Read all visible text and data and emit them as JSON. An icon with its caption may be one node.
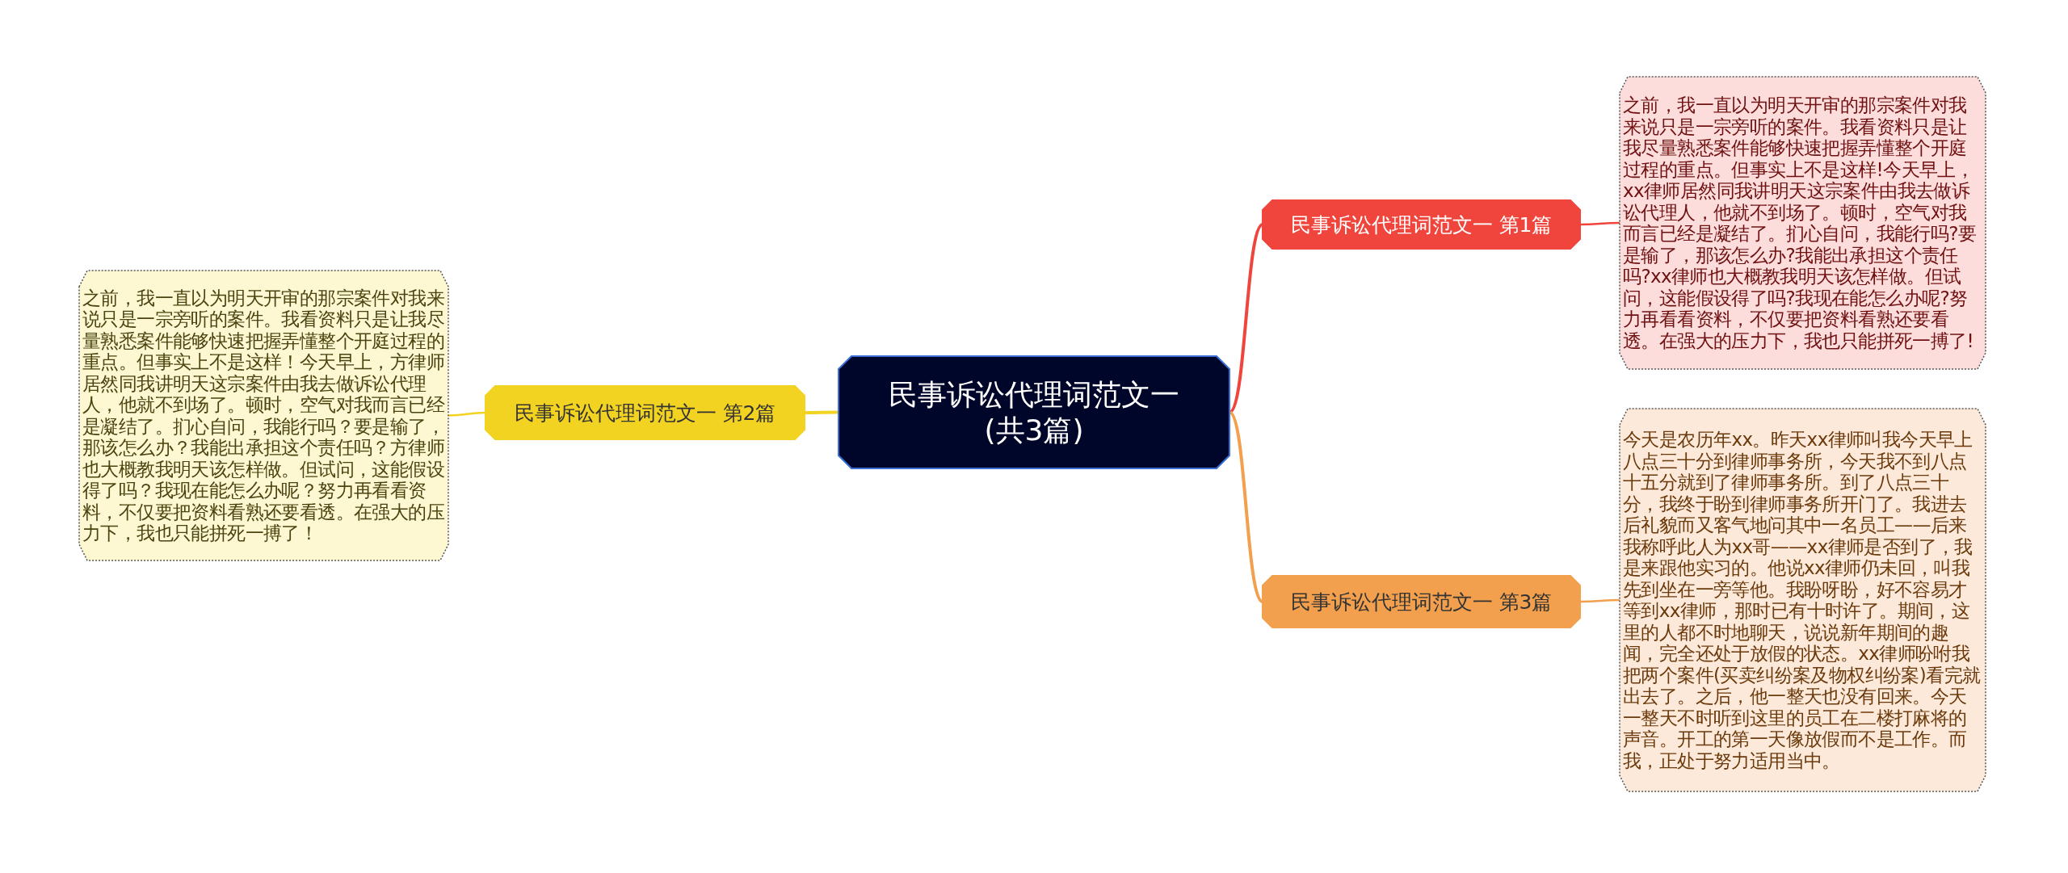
{
  "diagram": {
    "nodes": [
      {
        "text": [
          "民事诉讼代理词范文一(共3篇)"
        ]
      },
      {
        "text": [
          "民事诉讼代理词范文一 第2篇"
        ]
      },
      {
        "text": [
          "之前，我一直以为明天开审的那宗案件对我来说只是一宗旁听的案件。我看资料只是让我尽量熟悉案件能够快速把握弄懂整个开庭过程的重点。但事实上不是这样！今天早上，方律师居然同我讲明天这宗案件由我去做诉讼代理人，他就不到场了。顿时，空气对我而言已经是凝结了。扪心自问，我能行吗？要是输了，那该怎么办？我能出承担这个责任吗？方律师也大概教我明天该怎样做。但试问，这能假设得了吗？我现在能怎么办呢？努力再看看资料，不仅要把资料看熟还要看透。在强大的压力下，我也只能拼死一搏了！"
        ]
      },
      {
        "text": [
          "民事诉讼代理词范文一 第1篇"
        ]
      },
      {
        "text": [
          "之前，我一直以为明天开审的那宗案件对我来说只是一宗旁听的案件。我看资料只是让我尽量熟悉案件能够快速把握弄懂整个开庭过程的重点。但事实上不是这样!今天早上，xx律师居然同我讲明天这宗案件由我去做诉讼代理人，他就不到场了。顿时，空气对我而言已经是凝结了。扪心自问，我能行吗?要是输了，那该怎么办?我能出承担这个责任吗?xx律师也大概教我明天该怎样做。但试问，这能假设得了吗?我现在能怎么办呢?努力再看看资料，不仅要把资料看熟还要看透。在强大的压力下，我也只能拼死一搏了!"
        ]
      },
      {
        "text": [
          "民事诉讼代理词范文一 第3篇"
        ]
      },
      {
        "text": [
          "今天是农历年xx。昨天xx律师叫我今天早上八点三十分到律师事务所，今天我不到八点十五分就到了律师事务所。到了八点三十分，我终于盼到律师事务所开门了。我进去后礼貌而又客气地问其中一名员工——后来我称呼此人为xx哥——xx律师是否到了，我是来跟他实习的。他说xx律师仍未回，叫我先到坐在一旁等他。我盼呀盼，好不容易才等到xx律师，那时已有十时许了。期间，这里的人都不时地聊天，说说新年期间的趣闻，完全还处于放假的状态。xx律师吩咐我把两个案件(买卖纠纷案及物权纠纷案)看完就出去了。之后，他一整天也没有回来。今天一整天不时听到这里的员工在二楼打麻将的声音。开工的第一天像放假而不是工作。而我，正处于努力适用当中。"
        ]
      }
    ],
    "edges": [
      {
        "from": 0,
        "to": 1,
        "arrow": "none",
        "color": "#f3d321"
      },
      {
        "from": 1,
        "to": 2,
        "arrow": "none",
        "color": "#f3d321"
      },
      {
        "from": 0,
        "to": 3,
        "arrow": "none",
        "color": "#f0453c"
      },
      {
        "from": 3,
        "to": 4,
        "arrow": "none",
        "color": "#f0453c"
      },
      {
        "from": 0,
        "to": 5,
        "arrow": "none",
        "color": "#f2a04d"
      },
      {
        "from": 5,
        "to": 6,
        "arrow": "none",
        "color": "#f2a04d"
      }
    ]
  }
}
